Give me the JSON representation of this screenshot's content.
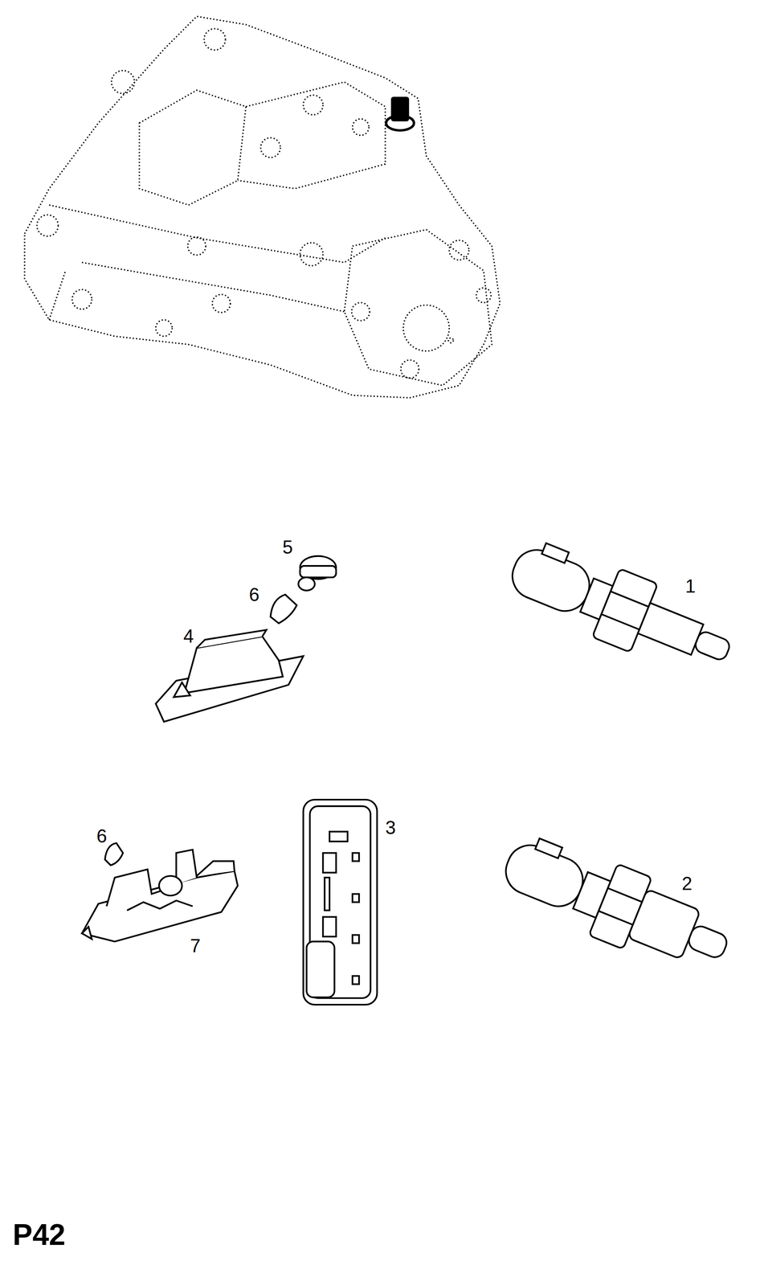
{
  "diagram": {
    "labels": [
      "5",
      "6",
      "1",
      "4",
      "6",
      "3",
      "2",
      "7",
      "P42"
    ]
  }
}
